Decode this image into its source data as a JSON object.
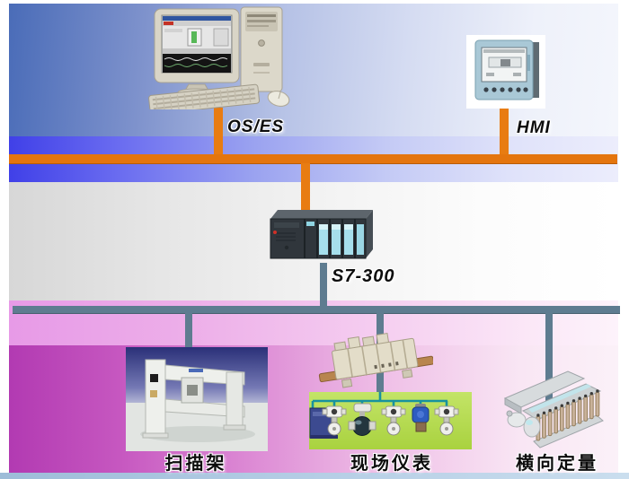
{
  "nodes": {
    "workstation": {
      "label": "OS/ES",
      "icon": "workstation-image"
    },
    "hmi": {
      "label": "HMI",
      "icon": "hmi-panel-image"
    },
    "plc": {
      "label": "S7-300",
      "icon": "plc-rack-image"
    },
    "scanner_frame": {
      "label": "扫描架",
      "icon": "scanner-frame-image"
    },
    "field_instruments": {
      "label": "现场仪表",
      "icon": "field-instruments-image"
    },
    "cd_basis_weight": {
      "label": "横向定量",
      "icon": "cd-actuator-image"
    }
  },
  "colors": {
    "system_bus": "#e4750e",
    "field_bus": "#5e7c90",
    "instrument_link": "#17929f",
    "panel_green": "#b6da55"
  }
}
